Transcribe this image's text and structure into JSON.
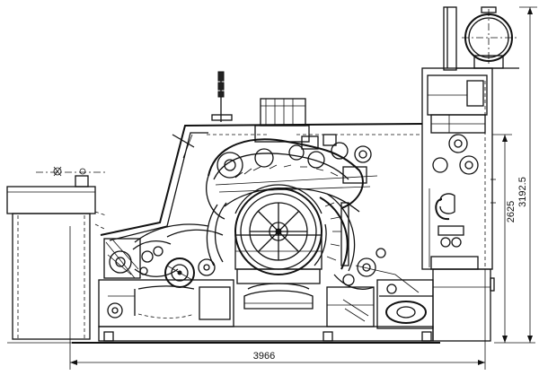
{
  "drawing": {
    "dimensions": {
      "width_label": "3966",
      "height_inner_label": "2625",
      "height_total_label": "3192.5"
    }
  }
}
